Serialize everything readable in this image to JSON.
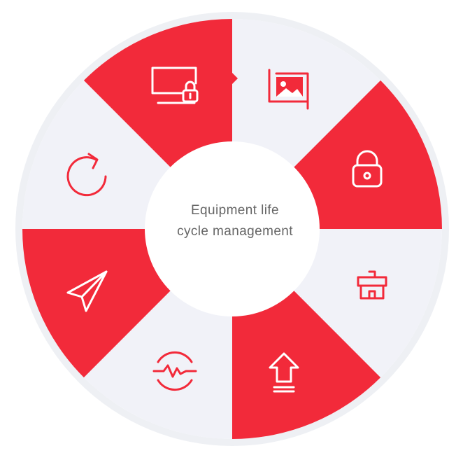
{
  "title_lines": [
    "Equipment life",
    "cycle management"
  ],
  "colors": {
    "accent": "#f22a3a",
    "light": "#f1f2f8",
    "ring": "#eef0f4",
    "center": "#ffffff",
    "text": "#666666"
  },
  "segments": [
    {
      "name": "image-crop",
      "icon": "image-crop-icon",
      "fill": "light"
    },
    {
      "name": "lock",
      "icon": "lock-icon",
      "fill": "accent"
    },
    {
      "name": "toolbox",
      "icon": "toolbox-icon",
      "fill": "light"
    },
    {
      "name": "upload-arrow",
      "icon": "upload-arrow-icon",
      "fill": "accent"
    },
    {
      "name": "pulse",
      "icon": "pulse-icon",
      "fill": "light"
    },
    {
      "name": "paper-plane",
      "icon": "paper-plane-icon",
      "fill": "accent"
    },
    {
      "name": "refresh",
      "icon": "refresh-icon",
      "fill": "light"
    },
    {
      "name": "monitor-lock",
      "icon": "monitor-lock-icon",
      "fill": "accent"
    }
  ]
}
